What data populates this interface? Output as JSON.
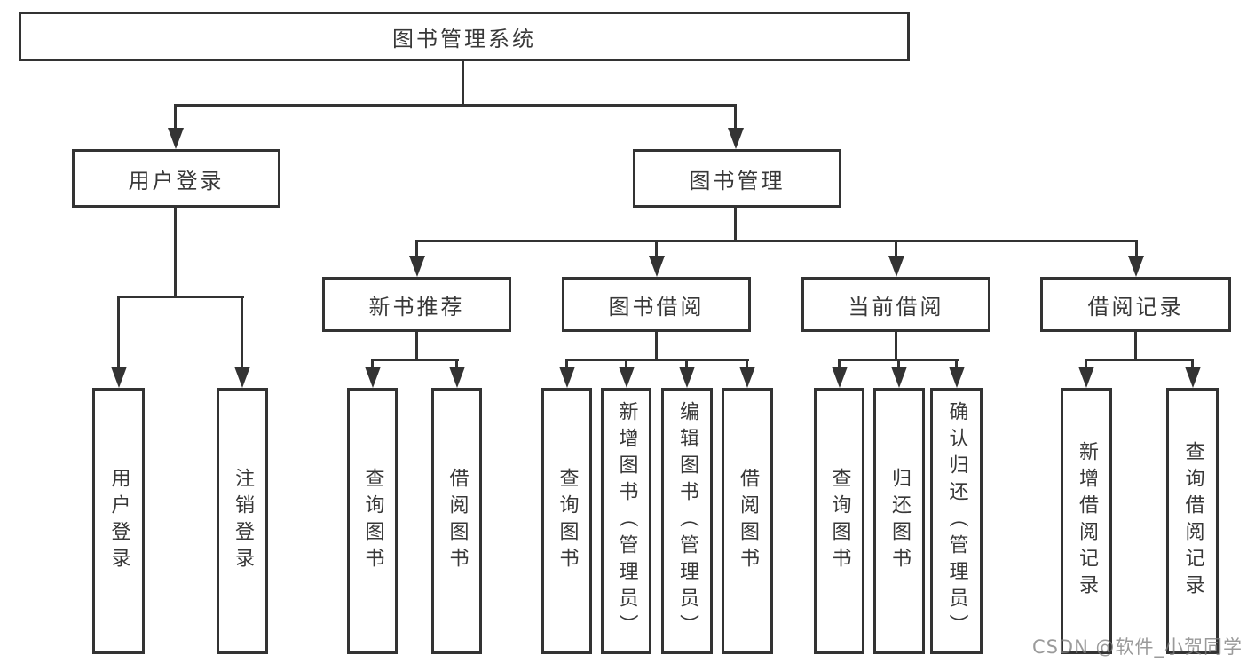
{
  "tree": {
    "root": {
      "label": "图书管理系统"
    },
    "branches": [
      {
        "label": "用户登录",
        "children": [
          {
            "label": "用户登录"
          },
          {
            "label": "注销登录"
          }
        ]
      },
      {
        "label": "图书管理",
        "children": [
          {
            "label": "新书推荐",
            "children": [
              {
                "label": "查询图书"
              },
              {
                "label": "借阅图书"
              }
            ]
          },
          {
            "label": "图书借阅",
            "children": [
              {
                "label": "查询图书"
              },
              {
                "label": "新增图书（管理员）"
              },
              {
                "label": "编辑图书（管理员）"
              },
              {
                "label": "借阅图书"
              }
            ]
          },
          {
            "label": "当前借阅",
            "children": [
              {
                "label": "查询图书"
              },
              {
                "label": "归还图书"
              },
              {
                "label": "确认归还（管理员）"
              }
            ]
          },
          {
            "label": "借阅记录",
            "children": [
              {
                "label": "新增借阅记录"
              },
              {
                "label": "查询借阅记录"
              }
            ]
          }
        ]
      }
    ]
  },
  "watermark": {
    "text": "CSDN @软件_小贺同学"
  },
  "colors": {
    "line": "#333333",
    "text": "#383838",
    "background": "#ffffff",
    "watermark": "#7d7d7d"
  }
}
